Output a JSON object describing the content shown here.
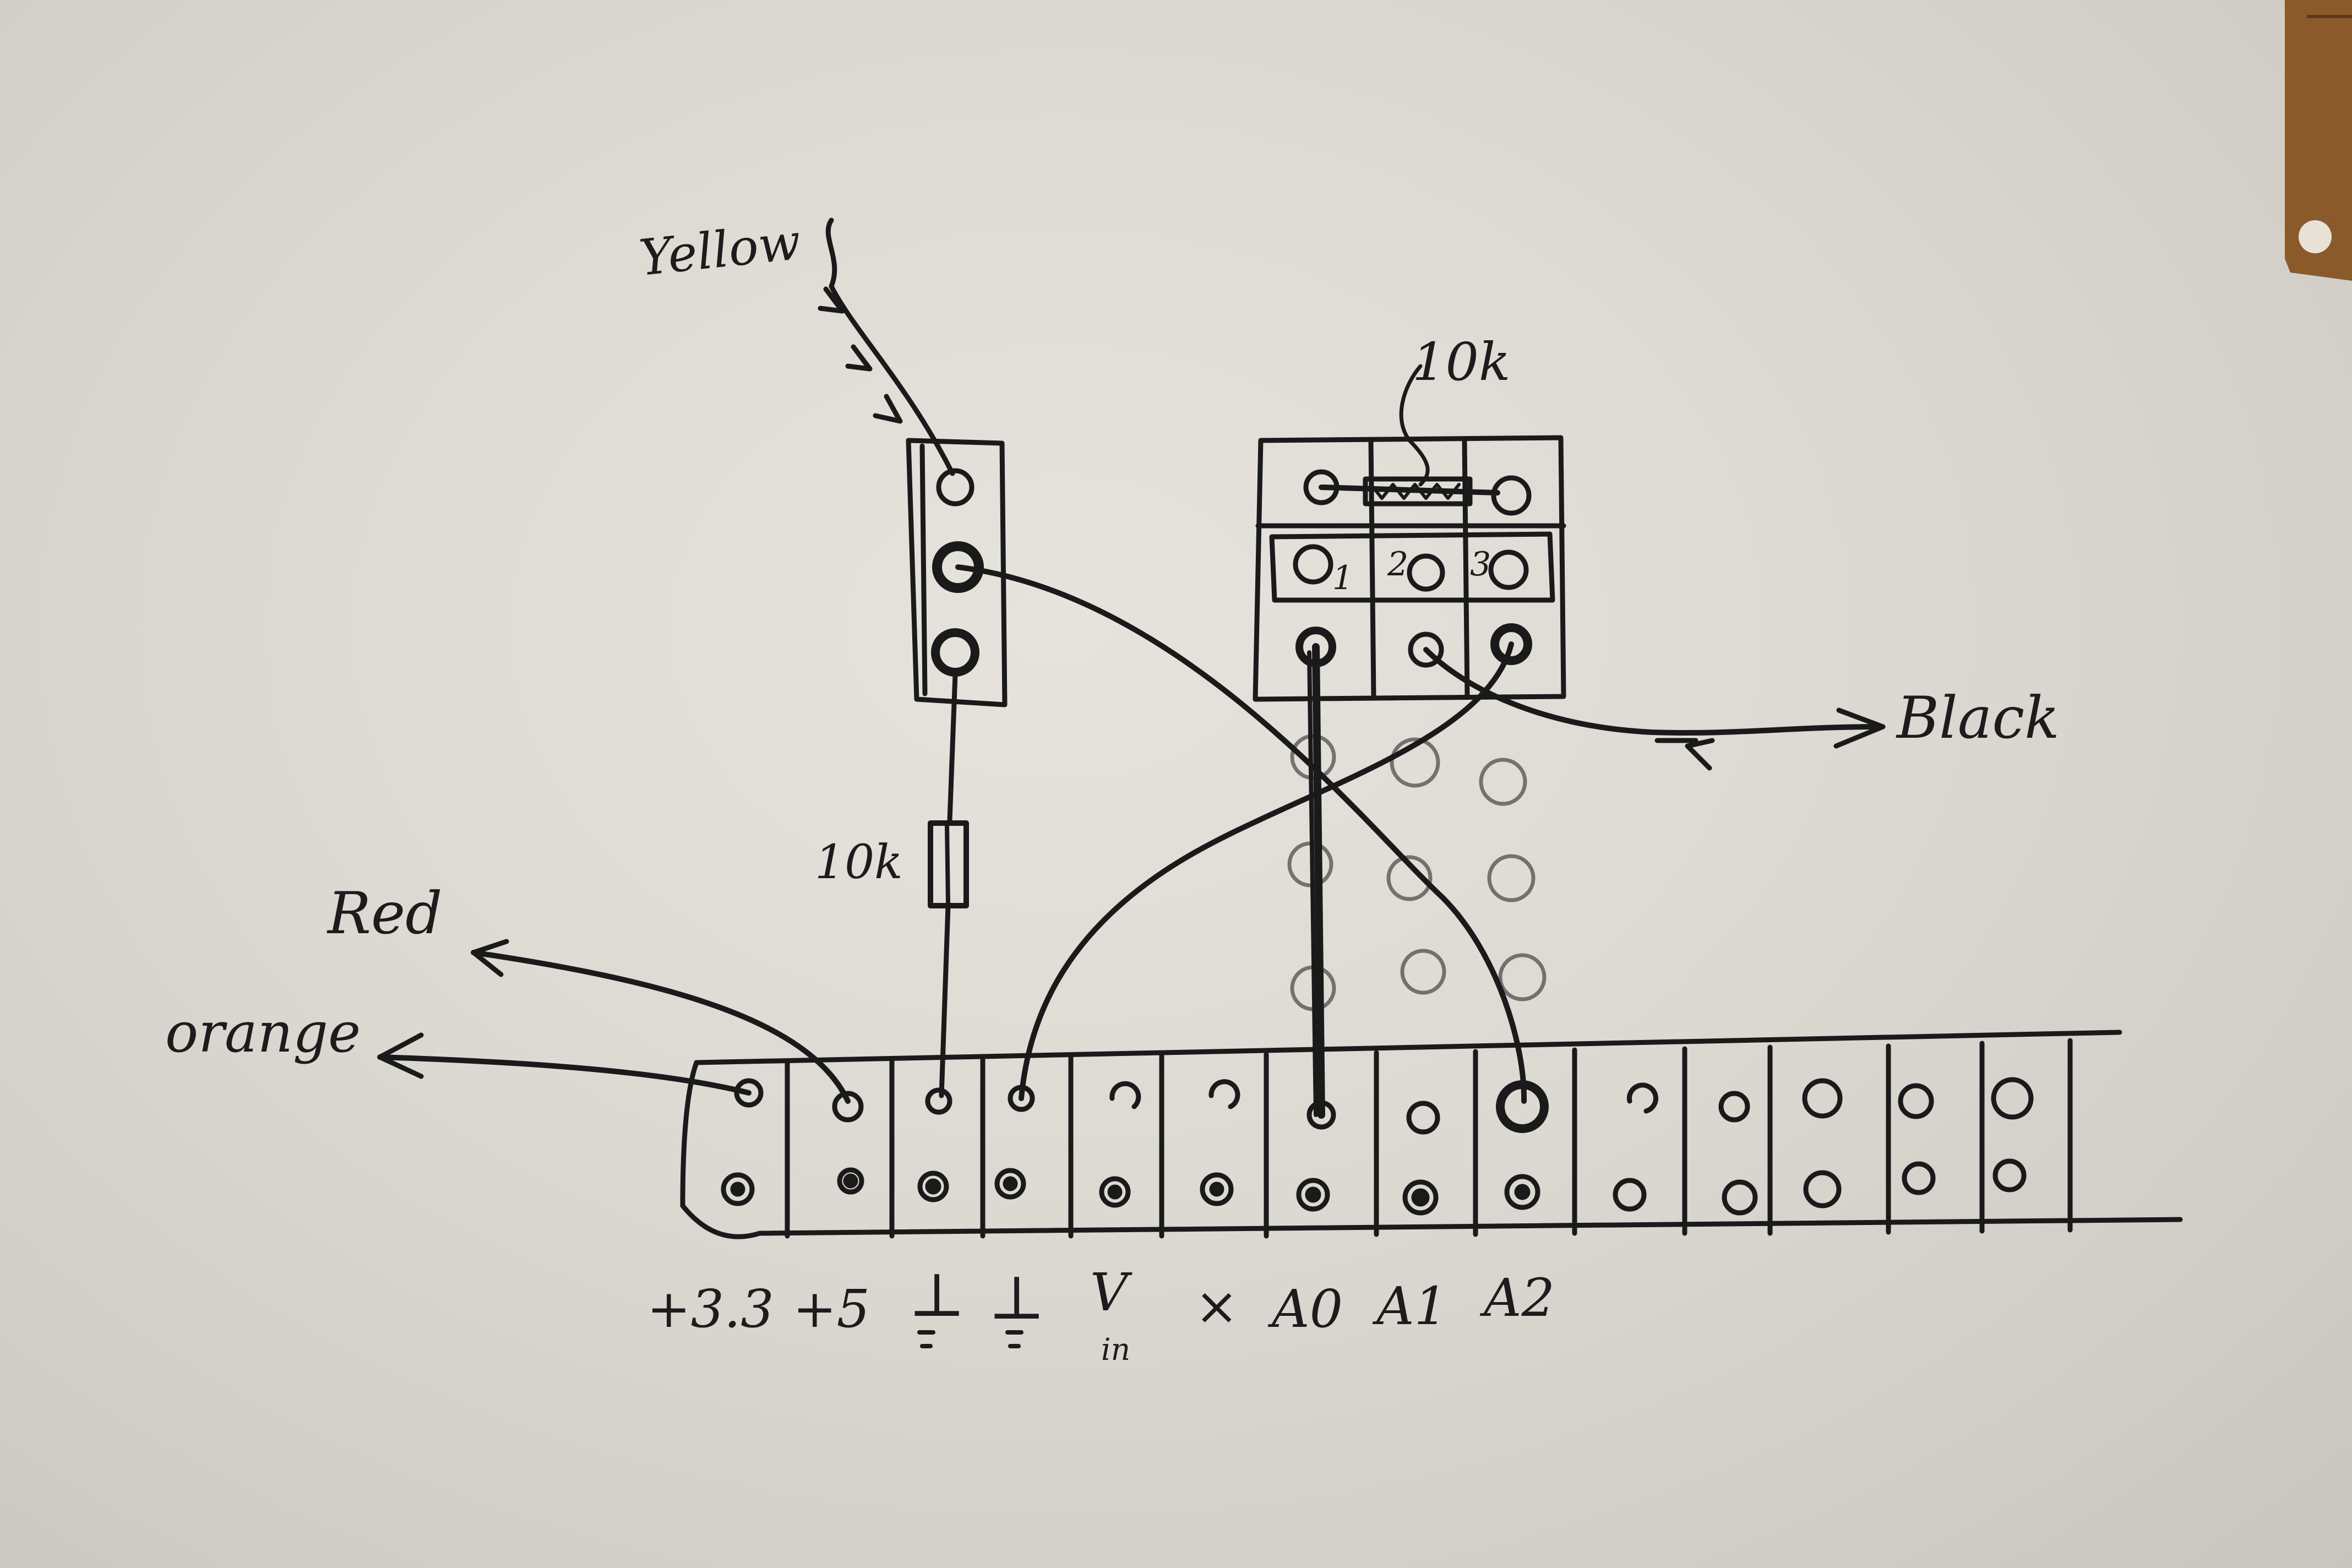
{
  "labels": {
    "yellow": "Yellow",
    "resistor_top": "10k",
    "resistor_left": "10k",
    "black": "Black",
    "red": "Red",
    "orange": "orange"
  },
  "pins": {
    "p1": "+3.3",
    "p2": "+5",
    "p3": "⊥",
    "p4": "⊥",
    "p5": "V",
    "p5_sub": "in",
    "p6": "×",
    "p7": "A0",
    "p8": "A1",
    "p9": "A2"
  },
  "pot_pins": {
    "n1": "1",
    "n2": "2",
    "n3": "3"
  },
  "colors": {
    "ink": "#1a1a1a",
    "paper": "#e0ddd6",
    "board_edge": "#8a5a2b"
  }
}
